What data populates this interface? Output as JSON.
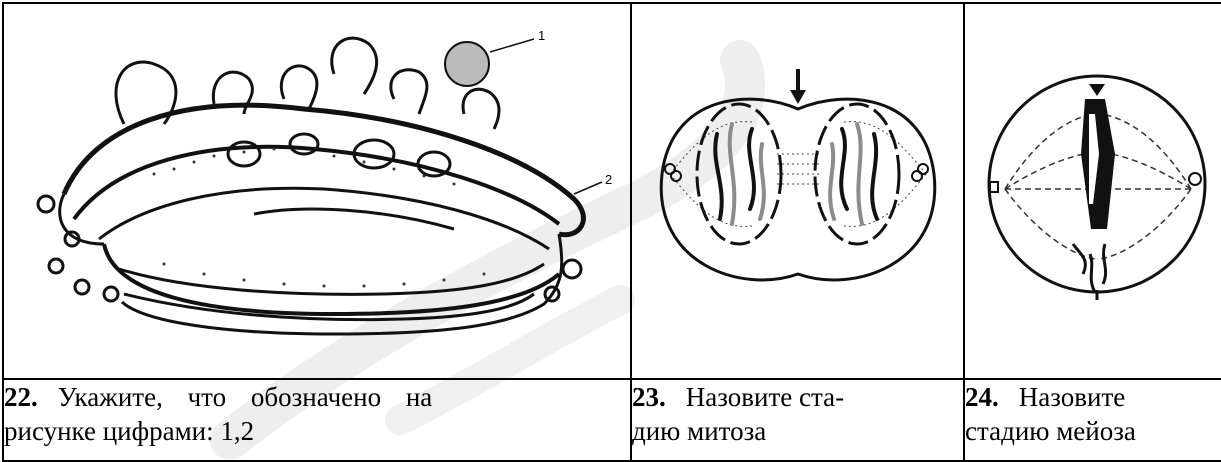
{
  "questions": [
    {
      "number": "22.",
      "text_line1": "Укажите, что обозначено на",
      "text_line2": "рисунке цифрами: 1,2",
      "labels": [
        "1",
        "2"
      ],
      "figure_icon": "golgi-apparatus-illustration"
    },
    {
      "number": "23.",
      "text_line1": "Назовите ста-",
      "text_line2": "дию митоза",
      "figure_icon": "mitosis-telophase-illustration"
    },
    {
      "number": "24.",
      "text_line1": "Назовите",
      "text_line2": "стадию мейоза",
      "figure_icon": "meiosis-anaphase-illustration"
    }
  ],
  "colors": {
    "border": "#000000",
    "watermark": "#e6e6e6",
    "ink": "#111111",
    "gray_chromosome": "#8c8c8c"
  }
}
